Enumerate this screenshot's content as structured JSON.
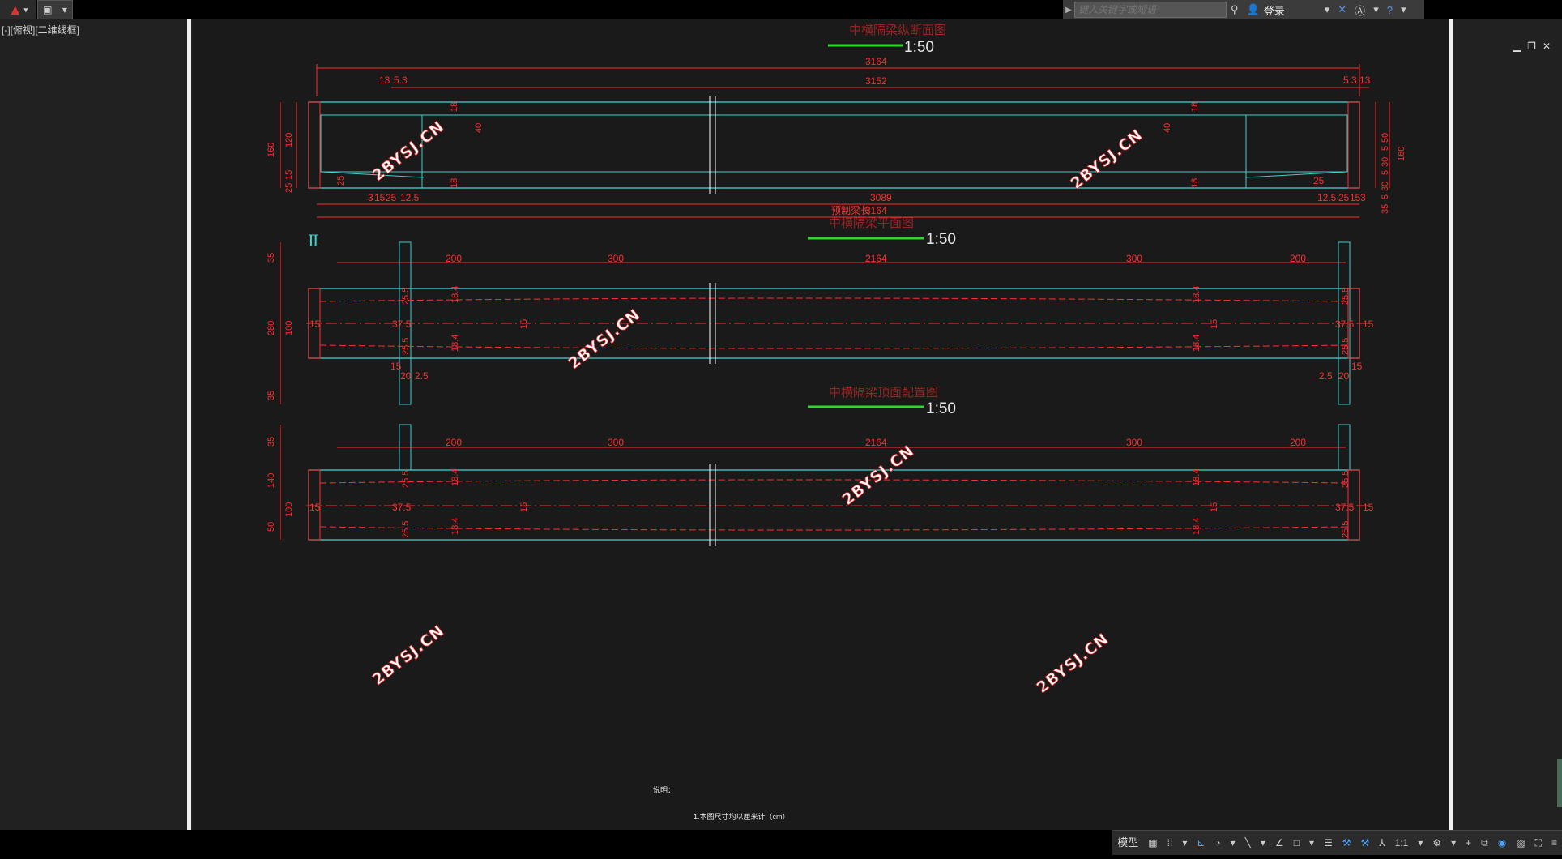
{
  "window": {
    "search_placeholder": "键入关键字或短语",
    "login_label": "登录"
  },
  "viewport": {
    "label": "[-][俯视][二维线框]"
  },
  "drawing": {
    "views": [
      {
        "title": "中横隔梁纵断面图",
        "scale": "1:50"
      },
      {
        "title": "中横隔梁平面图",
        "scale": "1:50"
      },
      {
        "title": "中横隔梁顶面配置图",
        "scale": "1:50"
      }
    ],
    "dims_top": {
      "overall": "3164",
      "inner": "3152",
      "bottom_inner": "3089",
      "pre_length": "3164",
      "pre_length_label": "预制梁长",
      "left_13": "13",
      "left_53": "5.3",
      "right_53": "5.3",
      "right_13": "13",
      "h160_l": "160",
      "h120": "120",
      "h25": "25",
      "h15": "15",
      "r50": "50",
      "r5a": "5",
      "r30": "30",
      "r5b": "5",
      "r30b": "30",
      "r5c": "5",
      "r35": "35",
      "h160_r": "160",
      "d18a": "18",
      "d40a": "40",
      "d18b": "18",
      "d18c": "18",
      "d40b": "40",
      "d18d": "18",
      "d25l": "25",
      "d25r": "25",
      "bl_315": "3",
      "bl_15": "15",
      "bl_25": "25",
      "bl_125": "12.5",
      "br_125": "12.5",
      "br_25": "25",
      "br_15": "15",
      "br_3": "3"
    },
    "dims_mid": {
      "s1": "200",
      "s2": "300",
      "s3": "2164",
      "s4": "300",
      "s5": "200",
      "v35a": "35",
      "v280": "280",
      "v100": "100",
      "v35b": "35",
      "d184a": "18.4",
      "d184b": "18.4",
      "d184c": "18.4",
      "d184d": "18.4",
      "d255a": "25.5",
      "d255b": "25.5",
      "d255c": "25.5",
      "d255d": "25.5",
      "d15a": "15",
      "d375a": "37.5",
      "d15b": "15",
      "d15c": "15",
      "d375b": "37.5",
      "d15d": "15",
      "b15l": "15",
      "b20l": "20",
      "b25l": "2.5",
      "b25r": "2.5",
      "b20r": "20",
      "b15r": "15"
    },
    "dims_bot": {
      "s1": "200",
      "s2": "300",
      "s3": "2164",
      "s4": "300",
      "s5": "200",
      "v35": "35",
      "v140": "140",
      "v100": "100",
      "v50": "50",
      "d184a": "18.4",
      "d184b": "18.4",
      "d184c": "18.4",
      "d184d": "18.4",
      "d255a": "25.5",
      "d255b": "25.5",
      "d255c": "25.5",
      "d255d": "25.5",
      "d15a": "15",
      "d375a": "37.5",
      "d15b": "15",
      "d15c": "15",
      "d375b": "37.5",
      "d15d": "15"
    },
    "section_mark": "Ⅱ",
    "watermark": "2BYSJ.CN",
    "notes_title": "说明：",
    "notes_line": "1.本图尺寸均以厘米计（cm）"
  },
  "statusbar": {
    "model_label": "模型",
    "scale_label": "1:1"
  },
  "colors": {
    "dim": "#ff2d2d",
    "outline": "#3fd0d0",
    "scale_bar": "#2bd92b",
    "bg": "#1a1a1a"
  }
}
